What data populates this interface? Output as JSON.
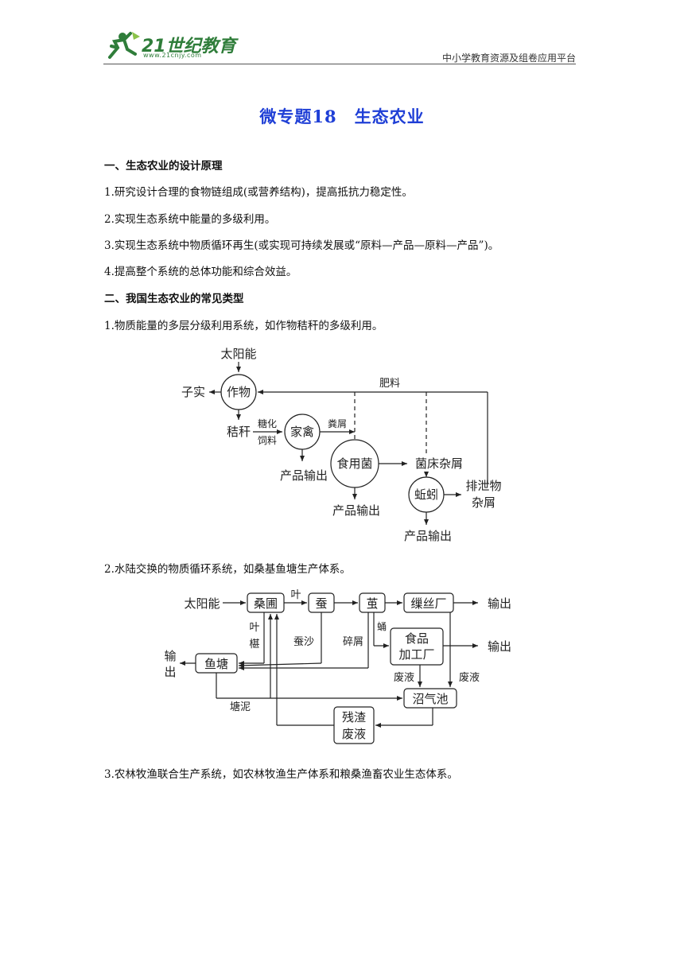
{
  "header": {
    "logo_text": "21世纪教育",
    "logo_url": "www.21cnjy.com",
    "platform": "中小学教育资源及组卷应用平台"
  },
  "title": "微专题18　生态农业",
  "section1": {
    "heading": "一、生态农业的设计原理",
    "items": [
      "1.研究设计合理的食物链组成(或营养结构)，提高抵抗力稳定性。",
      "2.实现生态系统中能量的多级利用。",
      "3.实现生态系统中物质循环再生(或实现可持续发展或“原料—产品—原料—产品”)。",
      "4.提高整个系统的总体功能和综合效益。"
    ]
  },
  "section2": {
    "heading": "二、我国生态农业的常见类型",
    "items": [
      "1.物质能量的多层分级利用系统，如作物秸秆的多级利用。",
      "2.水陆交换的物质循环系统，如桑基鱼塘生产体系。",
      "3.农林牧渔联合生产系统，如农林牧渔生产体系和粮桑渔畜农业生态体系。"
    ]
  },
  "diagram1": {
    "sun": "太阳能",
    "crop": "作物",
    "seeds": "子实",
    "fertilizer": "肥料",
    "straw": "秸秆",
    "saccharify": "糖化",
    "feed": "饲料",
    "poultry": "家禽",
    "manure": "粪屑",
    "product_out_1": "产品输出",
    "mushroom": "食用菌",
    "mushroom_bed": "菌床杂屑",
    "product_out_2": "产品输出",
    "earthworm": "蚯蚓",
    "excreta_1": "排泄物",
    "excreta_2": "杂屑",
    "product_out_3": "产品输出"
  },
  "diagram2": {
    "sun": "太阳能",
    "mulberry": "桑圃",
    "leaf": "叶",
    "silkworm": "蚕",
    "cocoon": "茧",
    "silk_factory": "缫丝厂",
    "output_1": "输出",
    "leaf_v1": "叶",
    "leaf_v2": "椹",
    "silk_sand": "蚕沙",
    "scraps": "碎屑",
    "pupa": "蛹",
    "food_1": "食品",
    "food_2": "加工厂",
    "output_2": "输出",
    "output_left_1": "输",
    "output_left_2": "出",
    "fish_pond": "鱼塘",
    "waste_liquid_1": "废液",
    "waste_liquid_2": "废液",
    "pond_mud": "塘泥",
    "biogas": "沼气池",
    "residue_1": "残渣",
    "residue_2": "废液"
  }
}
